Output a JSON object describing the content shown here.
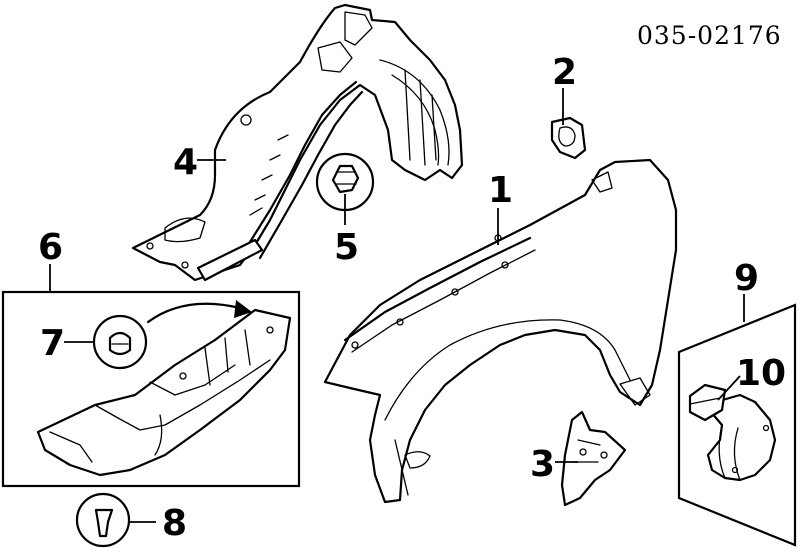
{
  "diagram_code": "035-02176",
  "parts": [
    {
      "id": "fender",
      "callout": "1"
    },
    {
      "id": "bracket-clip",
      "callout": "2"
    },
    {
      "id": "fender-bracket",
      "callout": "3"
    },
    {
      "id": "fender-liner",
      "callout": "4"
    },
    {
      "id": "liner-clip",
      "callout": "5"
    },
    {
      "id": "splash-shield-group",
      "callout": "6"
    },
    {
      "id": "shield-nut",
      "callout": "7"
    },
    {
      "id": "push-clip",
      "callout": "8"
    },
    {
      "id": "mud-guard-group",
      "callout": "9"
    },
    {
      "id": "mud-guard",
      "callout": "10"
    }
  ]
}
